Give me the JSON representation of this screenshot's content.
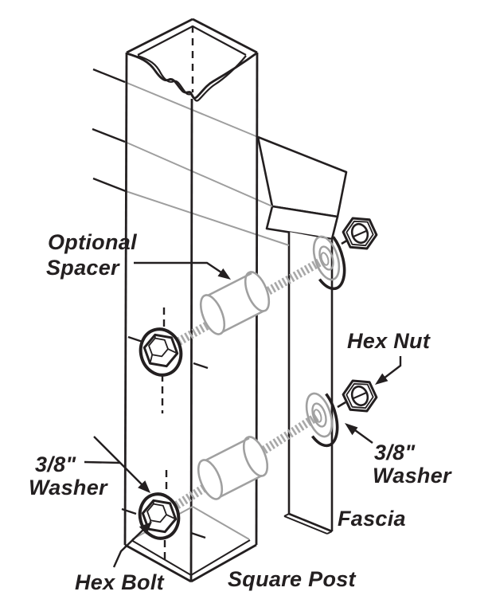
{
  "figure": {
    "type": "technical-illustration",
    "subject": "Square post to fascia bolt-mounting exploded diagram",
    "background_color": "#ffffff",
    "line_color": "#231f20",
    "hidden_line_color": "#9e9e9e",
    "thread_color": "#a8a8a8",
    "labels": {
      "optional_spacer": [
        "Optional",
        "Spacer"
      ],
      "hex_nut": "Hex Nut",
      "washer_38_right": [
        "3/8\"",
        "Washer"
      ],
      "washer_38_left": [
        "3/8\"",
        "Washer"
      ],
      "fascia": "Fascia",
      "square_post": "Square Post",
      "hex_bolt": "Hex Bolt"
    },
    "parts": [
      "Square Post",
      "Fascia",
      "Hex Bolt",
      "3/8\" Washer (bolt side)",
      "Optional Spacer",
      "3/8\" Washer (nut side)",
      "Hex Nut"
    ],
    "assemblies": 2
  }
}
